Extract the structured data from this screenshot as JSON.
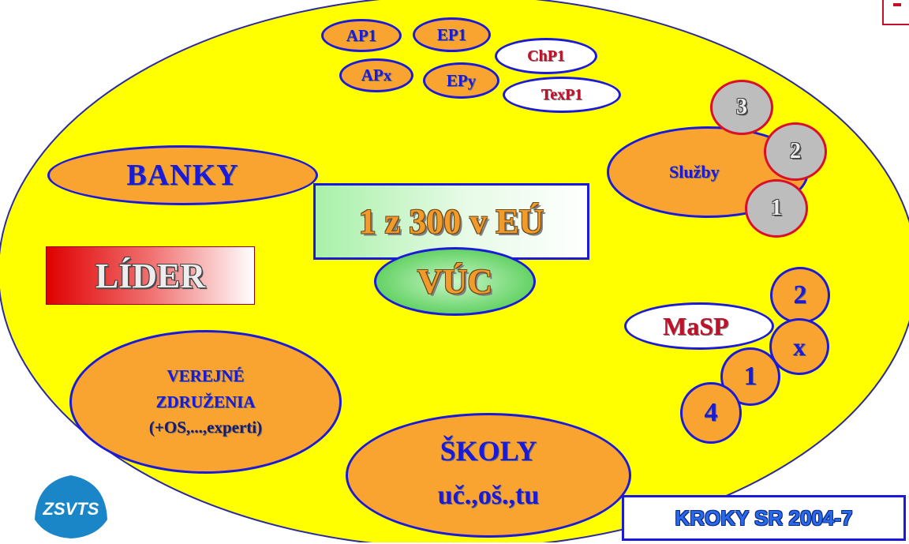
{
  "diagram": {
    "pills": {
      "ap1": "AP1",
      "ep1": "EP1",
      "chp1": "ChP1",
      "apx": "APx",
      "epy": "EPy",
      "texp1": "TexP1"
    },
    "banky": "BANKY",
    "sluzby": {
      "label": "Služby",
      "numbers": [
        "3",
        "2",
        "1"
      ]
    },
    "center_box": "1 z 300 v EÚ",
    "vuc": "VÚC",
    "lider": "LÍDER",
    "masp": {
      "label": "MaSP",
      "numbers": [
        "2",
        "x",
        "1",
        "4"
      ]
    },
    "verejne": {
      "line1": "VEREJNÉ",
      "line2": "ZDRUŽENIA",
      "line3": "(+OS,...,experti)"
    },
    "skoly": {
      "line1": "ŠKOLY",
      "line2": "uč.,oš.,tu"
    },
    "kroky": "KROKY SR 2004-7",
    "logo_text": "ZSVTS",
    "colors": {
      "main_ellipse": "#ffff00",
      "orange": "#f9a431",
      "blue_text": "#1a1ad8",
      "red_text": "#c0102a",
      "gray_circle": "#bdbdbd",
      "vuc_green": "#3cc43c"
    }
  }
}
